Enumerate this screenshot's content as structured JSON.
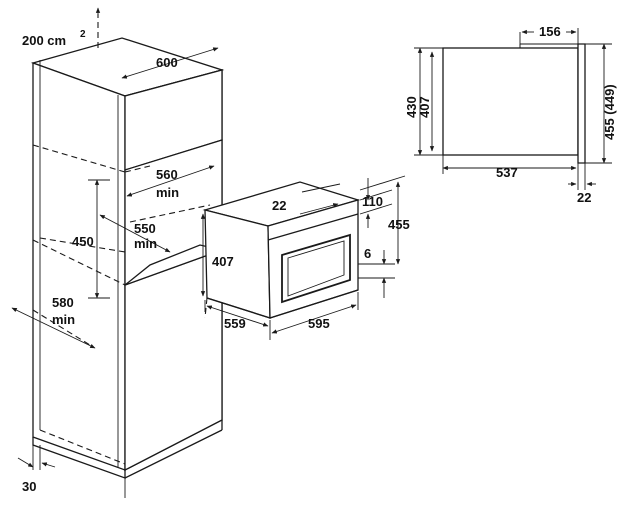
{
  "labels": {
    "ventilation_area": "200 cm",
    "ventilation_sup": "2",
    "cabinet_width": "600",
    "inner_width_val": "560",
    "inner_width_min": "min",
    "inner_depth_val": "550",
    "inner_depth_min": "min",
    "niche_height": "450",
    "cabinet_depth_val": "580",
    "cabinet_depth_min": "min",
    "plinth": "30",
    "oven_front_top": "22",
    "oven_height": "407",
    "oven_depth": "559",
    "oven_width": "595",
    "panel_top": "110",
    "front_height": "455",
    "bottom_gap": "6",
    "side_top": "156",
    "side_height_inner": "430",
    "side_height_body": "407",
    "side_height_total": "455 (449)",
    "side_depth": "537",
    "side_front": "22"
  }
}
